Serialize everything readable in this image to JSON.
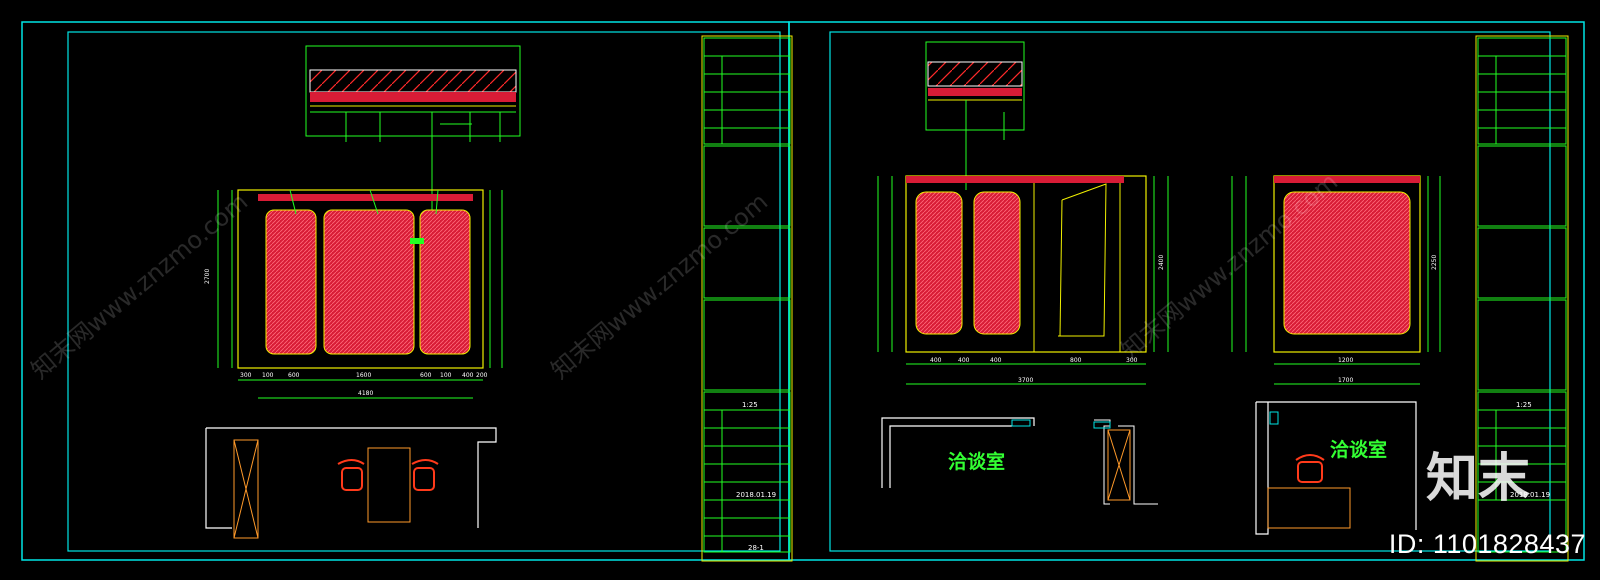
{
  "colors": {
    "frame": "#00e5e5",
    "line": "#f0f000",
    "dim": "#22ff22",
    "panel": "#e0203a",
    "furniture": "#ff3a1a",
    "cabinet": "#ff9a2a",
    "room_label": "#33ff33"
  },
  "sheet1": {
    "wall_dims": {
      "bottom": [
        "300",
        "100",
        "600",
        "1600",
        "600",
        "100",
        "400",
        "200"
      ],
      "bottom_total": "4180",
      "left_total": "2700"
    }
  },
  "sheet2": {
    "room_label_1": "洽谈室",
    "room_label_2": "洽谈室",
    "elev1_dims": {
      "bottom": [
        "400",
        "400",
        "400",
        "800",
        "300"
      ],
      "bottom_total": "3700",
      "right_total": "2400"
    },
    "elev2_dims": {
      "bottom_inner": "1200",
      "bottom_total": "1700",
      "right_total": "2250"
    }
  },
  "titleblock": {
    "scale": "1:25",
    "date": "2018.01.19",
    "sheet_no": "28-1"
  },
  "watermark": {
    "logo": "知末",
    "id_text": "ID: 1101828437",
    "site": "知末网www.znzmo.com"
  }
}
